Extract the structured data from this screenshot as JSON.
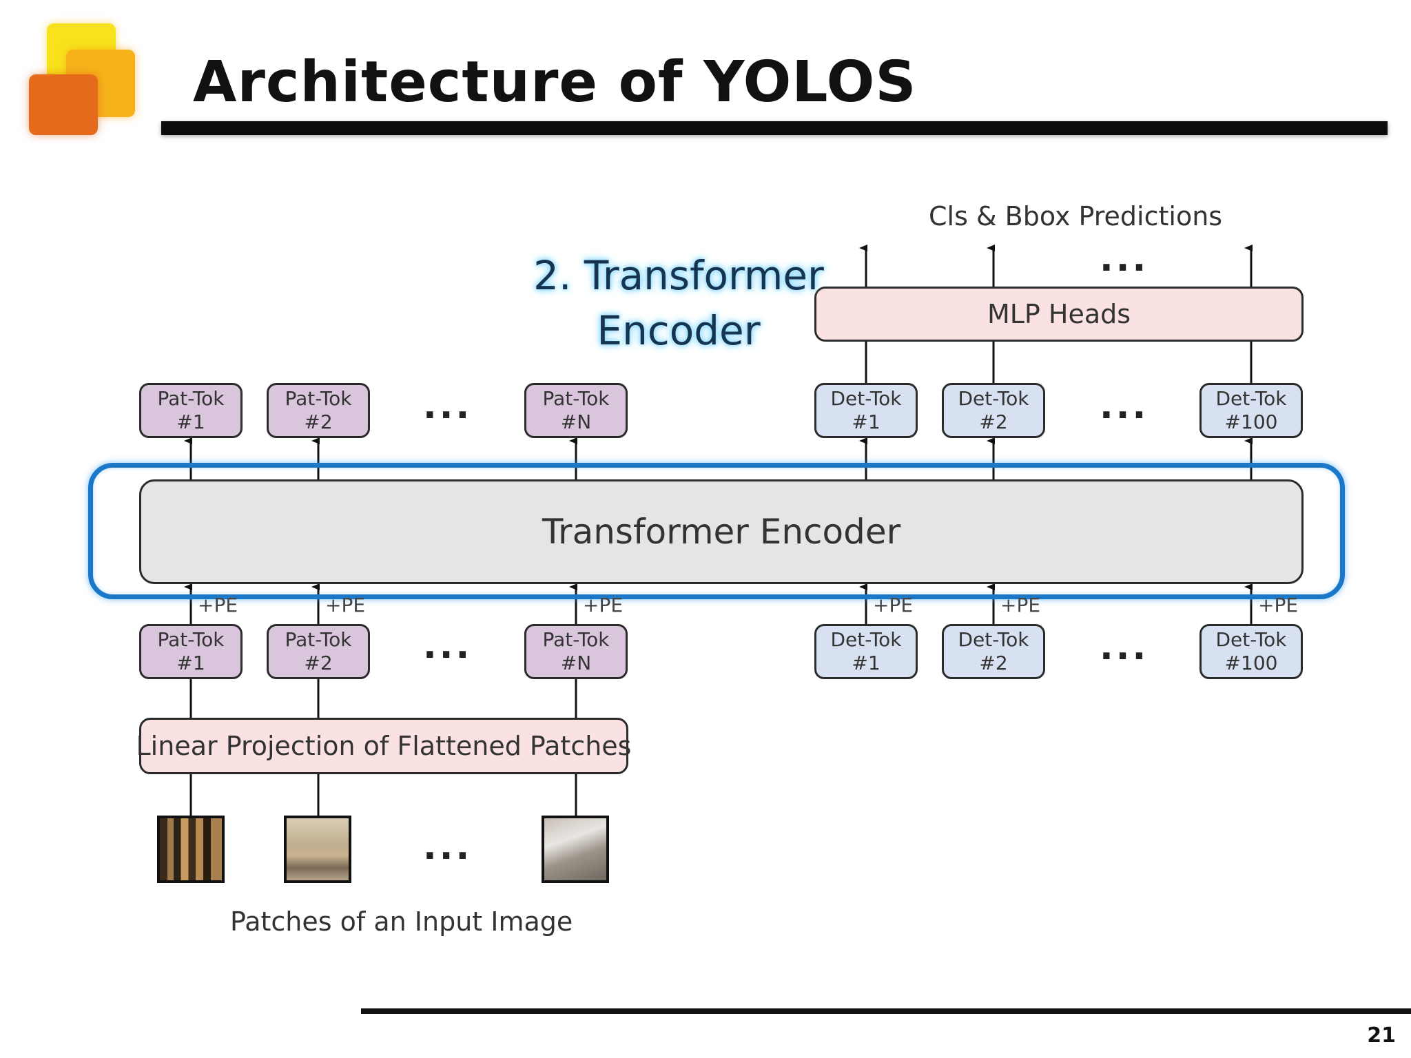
{
  "slide": {
    "title": "Architecture of YOLOS",
    "page_number": "21"
  },
  "callout": {
    "line1": "2. Transformer",
    "line2": "Encoder",
    "glow_color": "#8fdcff"
  },
  "highlight": {
    "ring_color": "#1b78c9"
  },
  "diagram": {
    "output_label": "Cls & Bbox Predictions",
    "mlp_heads": "MLP Heads",
    "encoder": "Transformer Encoder",
    "linear_projection": "Linear Projection of Flattened Patches",
    "input_label": "Patches of an Input Image",
    "ellipsis": "...",
    "pe_label": "+PE",
    "output_pat_tokens": [
      {
        "name": "Pat-Tok",
        "index": "#1"
      },
      {
        "name": "Pat-Tok",
        "index": "#2"
      },
      {
        "name": "Pat-Tok",
        "index": "#N"
      }
    ],
    "output_det_tokens": [
      {
        "name": "Det-Tok",
        "index": "#1"
      },
      {
        "name": "Det-Tok",
        "index": "#2"
      },
      {
        "name": "Det-Tok",
        "index": "#100"
      }
    ],
    "input_pat_tokens": [
      {
        "name": "Pat-Tok",
        "index": "#1"
      },
      {
        "name": "Pat-Tok",
        "index": "#2"
      },
      {
        "name": "Pat-Tok",
        "index": "#N"
      }
    ],
    "input_det_tokens": [
      {
        "name": "Det-Tok",
        "index": "#1"
      },
      {
        "name": "Det-Tok",
        "index": "#2"
      },
      {
        "name": "Det-Tok",
        "index": "#100"
      }
    ],
    "colors": {
      "pat_token": "#d9c6dc",
      "det_token": "#d8e1f1",
      "pink_box": "#fbe2e2",
      "encoder_box": "#e5e5e5"
    }
  }
}
